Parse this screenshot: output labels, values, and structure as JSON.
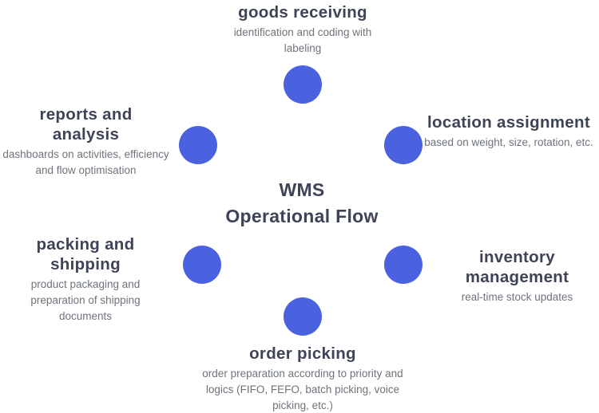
{
  "diagram": {
    "center_title": {
      "line1": "WMS",
      "line2": "Operational Flow"
    },
    "nodes": [
      {
        "id": "goods-receiving",
        "position": "top",
        "label": "goods receiving",
        "description": "identification and coding with labeling"
      },
      {
        "id": "location-assignment",
        "position": "upper-right",
        "label": "location assignment",
        "description": "based on weight, size, rotation, etc."
      },
      {
        "id": "inventory-management",
        "position": "lower-right",
        "label": "inventory management",
        "description": "real-time stock updates"
      },
      {
        "id": "order-picking",
        "position": "bottom",
        "label": "order picking",
        "description": "order preparation according to priority and logics (FIFO, FEFO, batch picking, voice picking, etc.)"
      },
      {
        "id": "packing-and-shipping",
        "position": "lower-left",
        "label": "packing and shipping",
        "description": "product packaging and preparation of shipping documents"
      },
      {
        "id": "reports-and-analysis",
        "position": "upper-left",
        "label": "reports and analysis",
        "description": "dashboards on activities, efficiency and flow optimisation"
      }
    ],
    "colors": {
      "node_circle": "#4a61e0",
      "heading_text": "#3d4457",
      "description_text": "#6e737b",
      "background": "#ffffff"
    }
  }
}
